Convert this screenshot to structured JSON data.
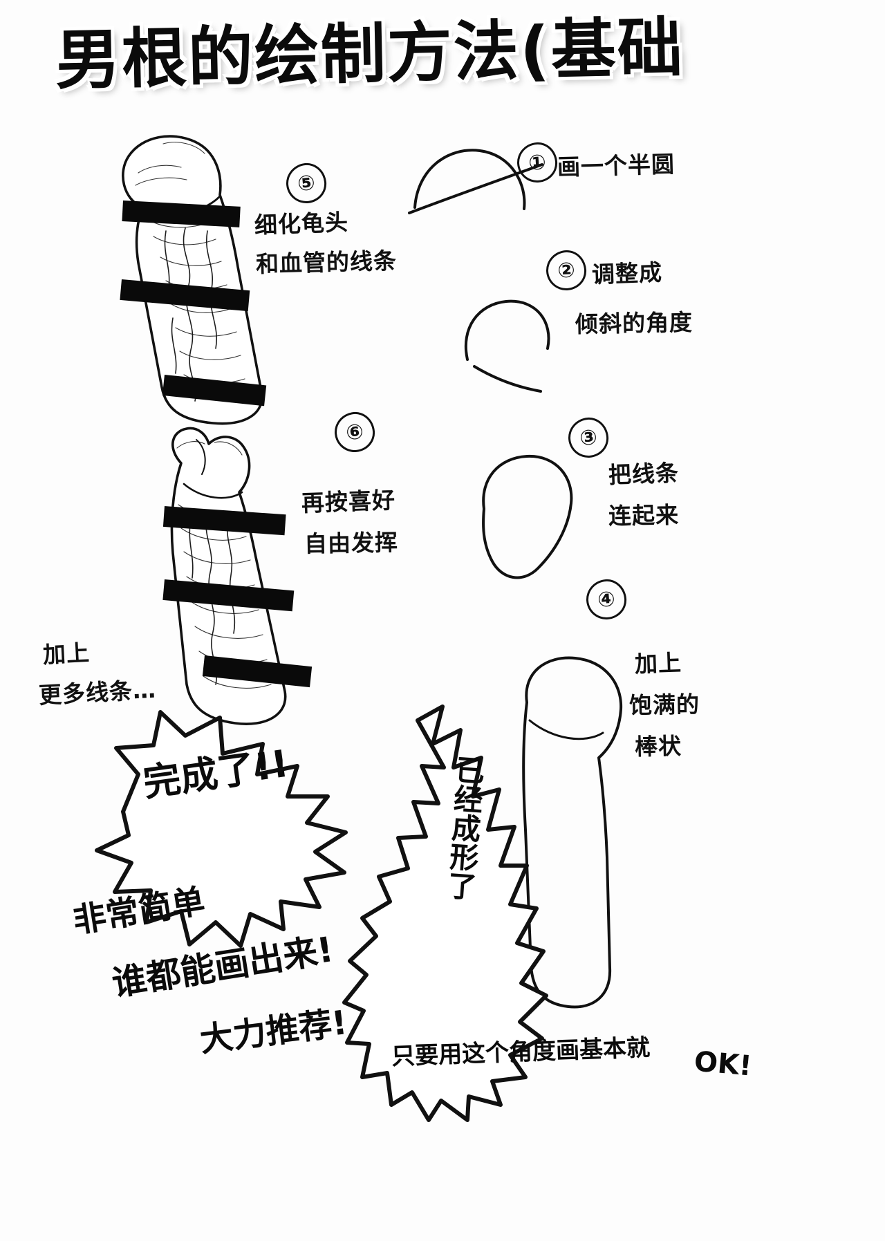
{
  "page": {
    "title": "男根的绘制方法(基础",
    "language": "zh",
    "medium": "hand-drawn tutorial illustration",
    "ink_color": "#111111",
    "paper_color": "#fdfdfd",
    "censor_color": "#0a0a0a"
  },
  "steps": [
    {
      "number": "①",
      "text": "画一个半圆",
      "lines": [
        "画一个半圆"
      ]
    },
    {
      "number": "②",
      "text": "调整成 倾斜的角度",
      "lines": [
        "调整成",
        "倾斜的角度"
      ]
    },
    {
      "number": "③",
      "text": "把线条 连起来",
      "lines": [
        "把线条",
        "连起来"
      ]
    },
    {
      "number": "④",
      "text": "加上 饱满的 棒状",
      "lines": [
        "加上",
        "饱满的",
        "棒状"
      ]
    },
    {
      "number": "⑤",
      "text": "细化龟头 和血管的线条",
      "lines": [
        "细化龟头",
        "和血管的线条"
      ]
    },
    {
      "number": "⑥",
      "text": "再按喜好 自由发挥",
      "lines": [
        "再按喜好",
        "自由发挥"
      ]
    }
  ],
  "annotations": {
    "more_lines": {
      "lines": [
        "加上",
        "更多线条…"
      ]
    },
    "plump_shaft": {
      "lines": [
        "加上",
        "饱满的",
        "棒状"
      ]
    }
  },
  "bubbles": [
    {
      "name": "done-burst",
      "text": "完成了!!",
      "shape": "starburst"
    },
    {
      "name": "shaped-burst",
      "text": "已经成形了",
      "lines": [
        "已",
        "经",
        "成",
        "形",
        "了"
      ],
      "shape": "starburst-vertical"
    }
  ],
  "slogans": {
    "line1": "非常简单",
    "line2": "谁都能画出来!",
    "line3": "大力推荐!",
    "bottom": "只要用这个角度画基本就",
    "bottom_ok": "OK!"
  },
  "figures": [
    {
      "name": "step1-semicircle",
      "caption": "半圆"
    },
    {
      "name": "step2-tilted-arc",
      "caption": "倾斜的角度"
    },
    {
      "name": "step3-connected-outline",
      "caption": "连起来"
    },
    {
      "name": "step4-plump-shaft",
      "caption": "饱满的棒状"
    },
    {
      "name": "step5-detailed-shaded",
      "caption": "细化龟头和血管"
    },
    {
      "name": "step6-freestyle-shaded",
      "caption": "自由发挥"
    }
  ]
}
